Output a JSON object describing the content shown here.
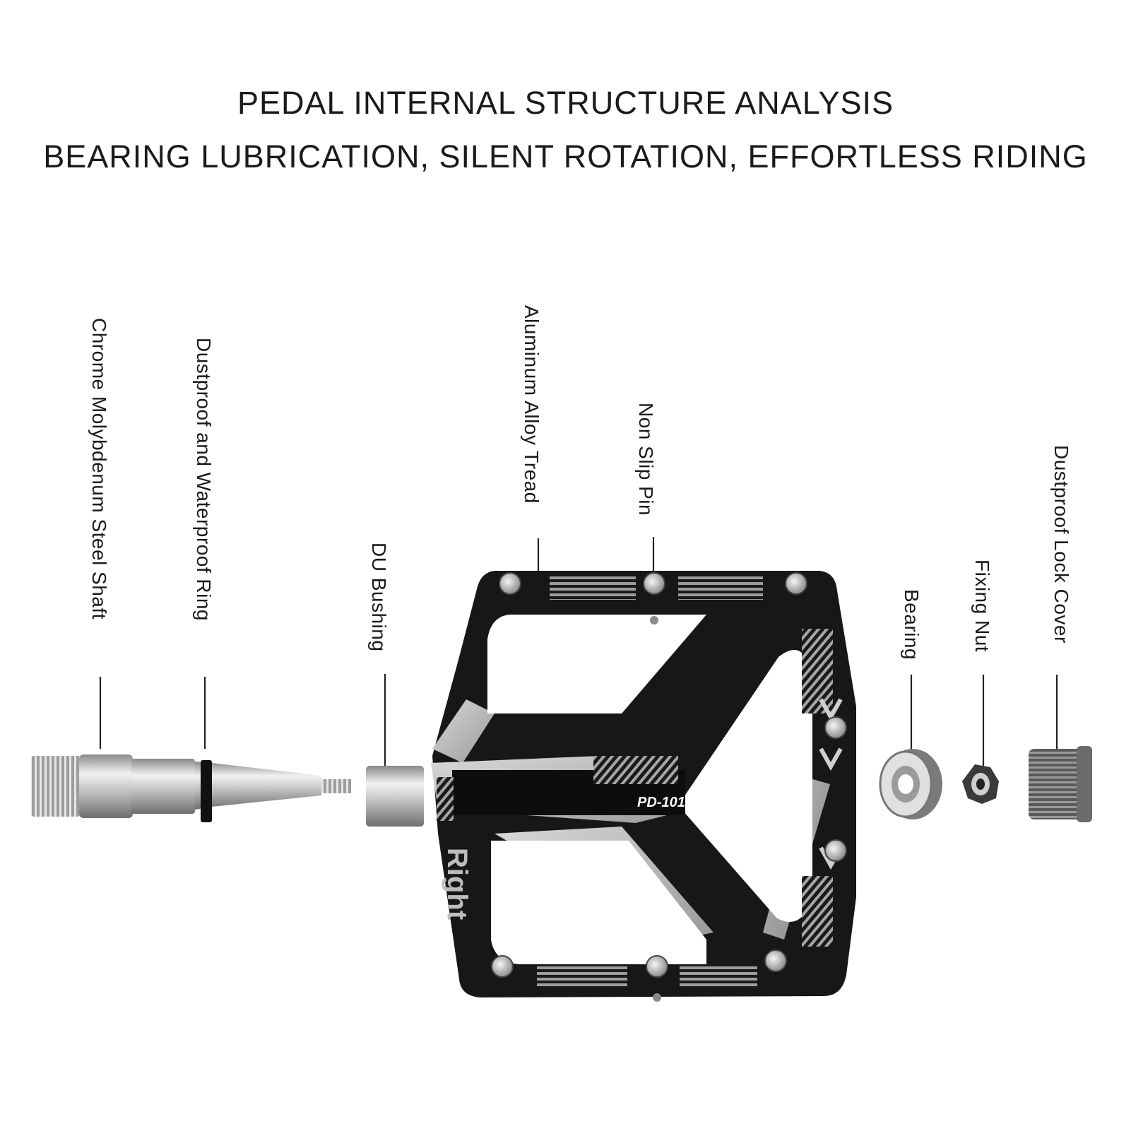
{
  "header": {
    "title": "PEDAL INTERNAL STRUCTURE ANALYSIS",
    "subtitle": "BEARING LUBRICATION, SILENT ROTATION, EFFORTLESS RIDING"
  },
  "labels": {
    "shaft": "Chrome Molybdenum Steel Shaft",
    "ring": "Dustproof and Waterproof Ring",
    "bushing": "DU Bushing",
    "tread": "Aluminum Alloy Tread",
    "pin": "Non Slip Pin",
    "bearing": "Bearing",
    "nut": "Fixing Nut",
    "cover": "Dustproof Lock Cover"
  },
  "pedal": {
    "model": "PD-101",
    "side": "Right"
  },
  "colors": {
    "body": "#161616",
    "silver": "#b8b8b8",
    "metal": "#cfcfcf"
  }
}
